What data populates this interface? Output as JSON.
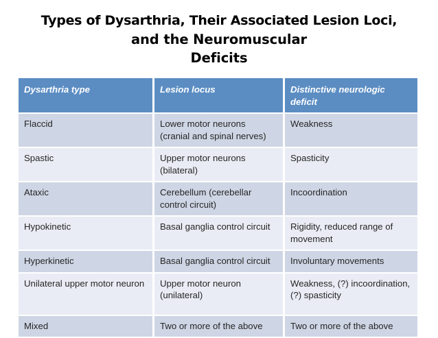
{
  "slide": {
    "title_lines": [
      "Types of Dysarthria, Their Associated Lesion Loci,",
      "and the Neuromuscular",
      "Deficits"
    ],
    "title_full": "Types of Dysarthria, Their Associated Lesion Loci, and the Neuromuscular Deficits"
  },
  "colors": {
    "header_blue": "#5b8dc3",
    "row_band_dark": "#ced5e4",
    "row_band_light": "#e9ecf4",
    "header_text": "#ffffff",
    "body_text": "#262626",
    "title_text": "#000000",
    "slide_background": "#ffffff"
  },
  "table": {
    "columns": [
      "Dysarthria type",
      "Lesion locus",
      "Distinctive neurologic deficit"
    ],
    "rows": [
      {
        "type": "Flaccid",
        "locus": "Lower motor neurons (cranial and spinal nerves)",
        "deficit": "Weakness"
      },
      {
        "type": "Spastic",
        "locus": "Upper motor neurons (bilateral)",
        "deficit": "Spasticity"
      },
      {
        "type": "Ataxic",
        "locus": "Cerebellum (cerebellar control circuit)",
        "deficit": "Incoordination"
      },
      {
        "type": "Hypokinetic",
        "locus": "Basal ganglia control circuit",
        "deficit": "Rigidity, reduced range of movement"
      },
      {
        "type": "Hyperkinetic",
        "locus": "Basal ganglia control circuit",
        "deficit": "Involuntary movements"
      },
      {
        "type": "Unilateral upper motor neuron",
        "locus": "Upper motor neuron (unilateral)",
        "deficit": "Weakness, (?) incoordination, (?) spasticity"
      },
      {
        "type": "Mixed",
        "locus": "Two or more of the above",
        "deficit": "Two or more of the above"
      }
    ]
  }
}
